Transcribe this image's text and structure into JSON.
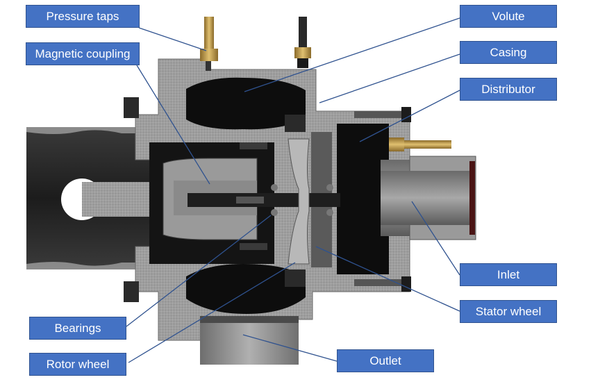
{
  "labels": {
    "pressure_taps": "Pressure taps",
    "magnetic_coupling": "Magnetic coupling",
    "volute": "Volute",
    "casing": "Casing",
    "distributor": "Distributor",
    "inlet": "Inlet",
    "stator_wheel": "Stator wheel",
    "bearings": "Bearings",
    "rotor_wheel": "Rotor wheel",
    "outlet": "Outlet"
  },
  "colors": {
    "label_fill": "#4472c4",
    "label_border": "#2f528f",
    "leader_line": "#2f528f",
    "casing": "#9c9c9c",
    "cavity": "#0d0d0d",
    "brass": "#c8a050"
  }
}
